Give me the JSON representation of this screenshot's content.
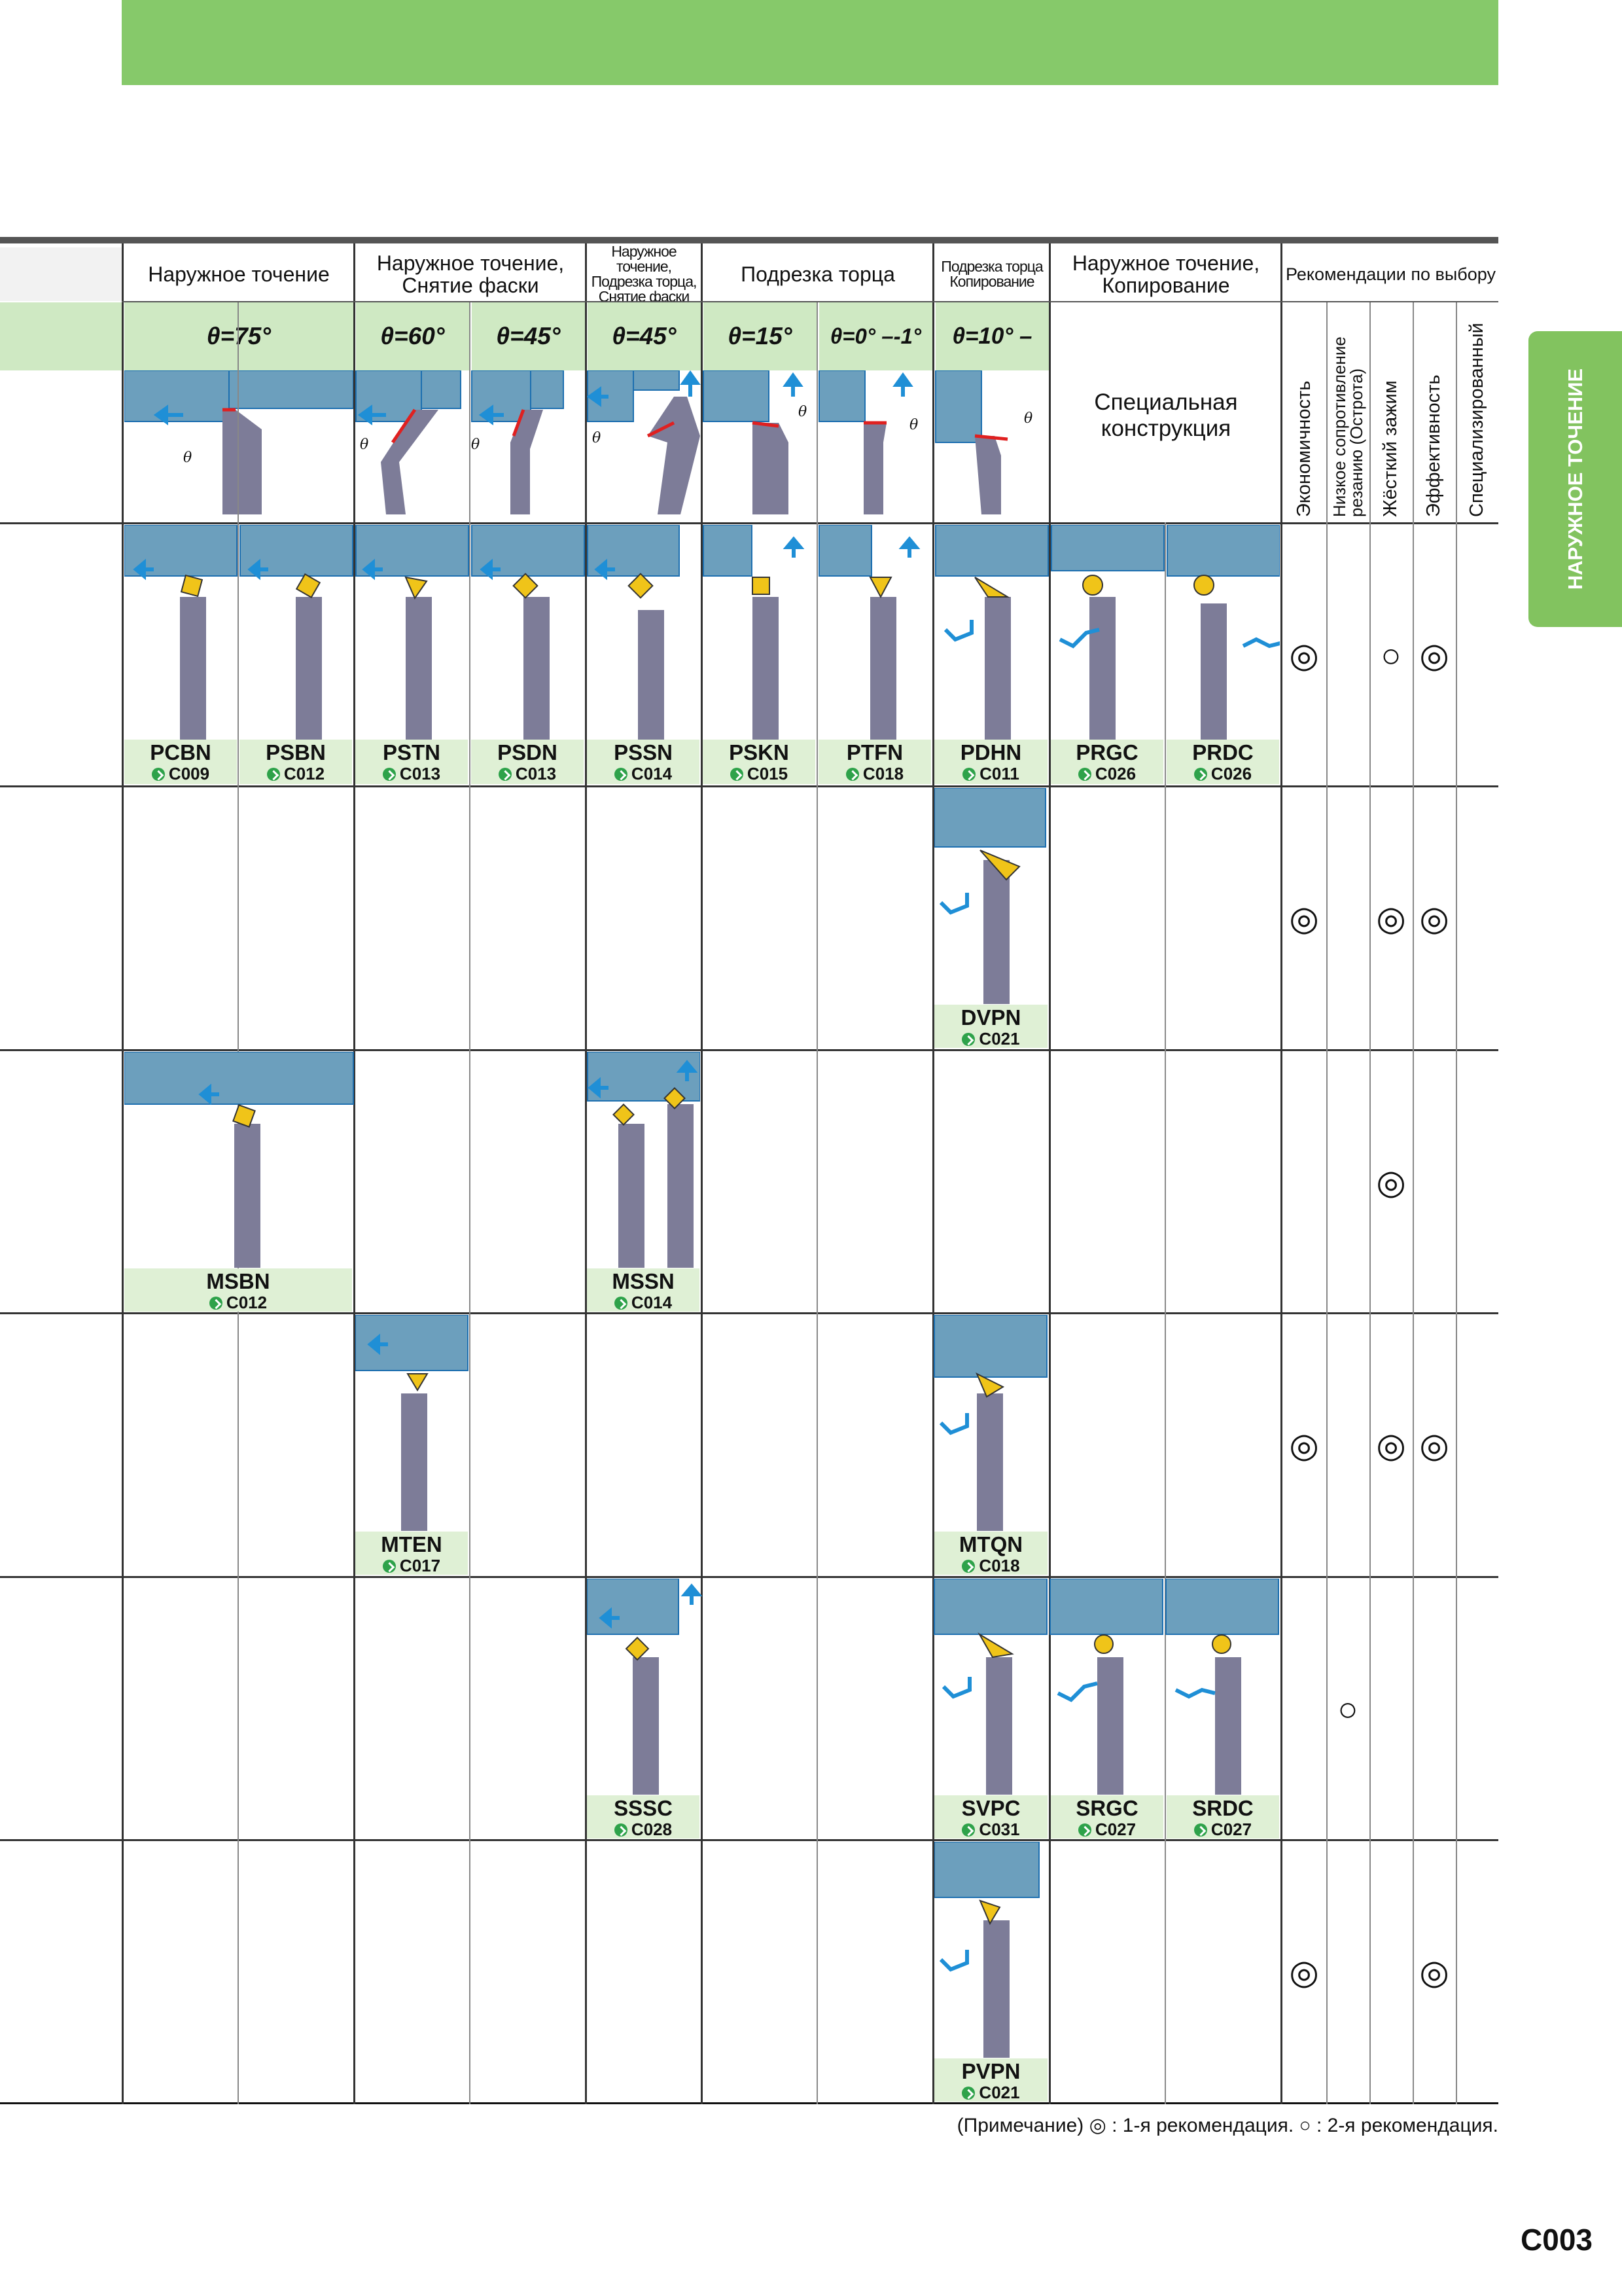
{
  "page": {
    "tab_label": "НАРУЖНОЕ ТОЧЕНИЕ",
    "page_number": "C003",
    "note": "(Примечание) ◎ : 1-я рекомендация. ○ : 2-я рекомендация."
  },
  "header": {
    "groups": [
      {
        "label": "Наружное точение",
        "small": false
      },
      {
        "label": "Наружное точение, Снятие фаски",
        "small": false
      },
      {
        "label": "Наружное точение, Подрезка торца, Снятие фаски",
        "small": true
      },
      {
        "label": "Подрезка торца",
        "small": false
      },
      {
        "label": "Подрезка торца Копирование",
        "small": true
      },
      {
        "label": "Наружное точение, Копирование",
        "small": false
      }
    ],
    "angles": [
      "θ=75°",
      "θ=60°",
      "θ=45°",
      "θ=45°",
      "θ=15°",
      "θ=0° –-1°",
      "θ=10° –"
    ],
    "special": "Специальная конструкция",
    "recommendations_title": "Рекомендации по выбору",
    "recommendation_columns": [
      "Экономичность",
      "Низкое сопротивление резанию (Острота)",
      "Жёсткий зажим",
      "Эффективность",
      "Специализированный"
    ]
  },
  "rows": [
    {
      "tools": [
        {
          "code": "PCBN",
          "ref": "C009"
        },
        {
          "code": "PSBN",
          "ref": "C012"
        },
        {
          "code": "PSTN",
          "ref": "C013"
        },
        {
          "code": "PSDN",
          "ref": "C013"
        },
        {
          "code": "PSSN",
          "ref": "C014"
        },
        {
          "code": "PSKN",
          "ref": "C015"
        },
        {
          "code": "PTFN",
          "ref": "C018"
        },
        {
          "code": "PDHN",
          "ref": "C011"
        },
        {
          "code": "PRGC",
          "ref": "C026"
        },
        {
          "code": "PRDC",
          "ref": "C026"
        }
      ],
      "marks": [
        "◎",
        "",
        "○",
        "◎",
        ""
      ]
    },
    {
      "tools": [
        {
          "code": "DVPN",
          "ref": "C021"
        }
      ],
      "marks": [
        "◎",
        "",
        "◎",
        "◎",
        ""
      ]
    },
    {
      "tools": [
        {
          "code": "MSBN",
          "ref": "C012"
        },
        {
          "code": "MSSN",
          "ref": "C014"
        }
      ],
      "marks": [
        "",
        "",
        "◎",
        "",
        ""
      ]
    },
    {
      "tools": [
        {
          "code": "MTEN",
          "ref": "C017"
        },
        {
          "code": "MTQN",
          "ref": "C018"
        }
      ],
      "marks": [
        "◎",
        "",
        "◎",
        "◎",
        ""
      ]
    },
    {
      "tools": [
        {
          "code": "SSSC",
          "ref": "C028"
        },
        {
          "code": "SVPC",
          "ref": "C031"
        },
        {
          "code": "SRGC",
          "ref": "C027"
        },
        {
          "code": "SRDC",
          "ref": "C027"
        }
      ],
      "marks": [
        "",
        "○",
        "",
        "",
        ""
      ]
    },
    {
      "tools": [
        {
          "code": "PVPN",
          "ref": "C021"
        }
      ],
      "marks": [
        "◎",
        "",
        "",
        "◎",
        ""
      ]
    }
  ],
  "colors": {
    "green_bar": "#86c96a",
    "light_green": "#cfe9c3",
    "workpiece_blue": "#6c9fbd",
    "holder_gray": "#7d7c98",
    "insert_yellow": "#f0c419",
    "arrow_blue": "#1f8fd6",
    "edge_red": "#e02020"
  }
}
